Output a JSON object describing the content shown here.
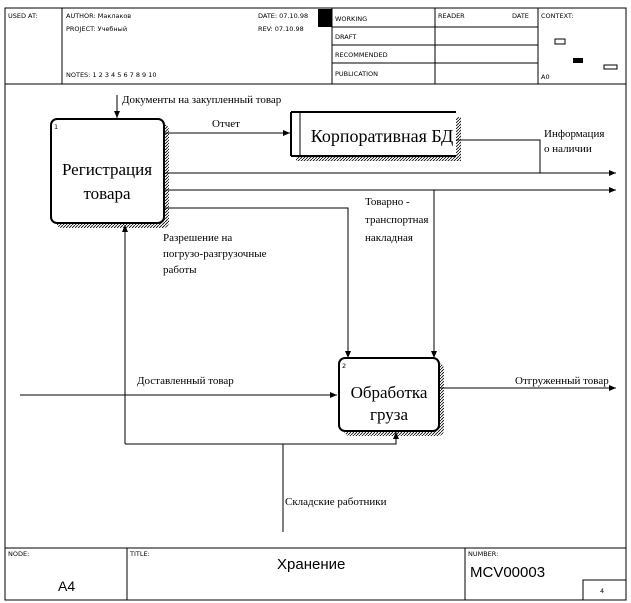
{
  "header": {
    "used_at": "USED AT:",
    "author": "AUTHOR: Маклаков",
    "project": "PROJECT: Учебный",
    "notes": "NOTES: 1 2 3 4 5 6 7 8 9 10",
    "date": "DATE: 07.10.98",
    "rev": "REV: 07.10.98",
    "status": [
      "WORKING",
      "DRAFT",
      "RECOMMENDED",
      "PUBLICATION"
    ],
    "reader": "READER",
    "date2": "DATE",
    "context": "CONTEXT:",
    "context_node": "A0"
  },
  "boxes": {
    "registration": {
      "number": "1",
      "line1": "Регистрация",
      "line2": "товара"
    },
    "database": {
      "label": "Корпоративная БД"
    },
    "processing": {
      "number": "2",
      "line1": "Обработка",
      "line2": "груза"
    }
  },
  "arrows": {
    "documents": "Документы на закупленный товар",
    "report": "Отчет",
    "info_line1": "Информация",
    "info_line2": "о наличии",
    "waybill_line1": "Товарно -",
    "waybill_line2": "транспортная",
    "waybill_line3": "накладная",
    "permit_line1": "Разрешение на",
    "permit_line2": "погрузо-разгрузочные",
    "permit_line3": "работы",
    "delivered": "Доставленный товар",
    "shipped": "Отгруженный товар",
    "workers": "Складские работники"
  },
  "footer": {
    "node_label": "NODE:",
    "node_value": "A4",
    "title_label": "TITLE:",
    "title_value": "Хранение",
    "number_label": "NUMBER:",
    "number_value": "MCV00003",
    "page": "4"
  }
}
